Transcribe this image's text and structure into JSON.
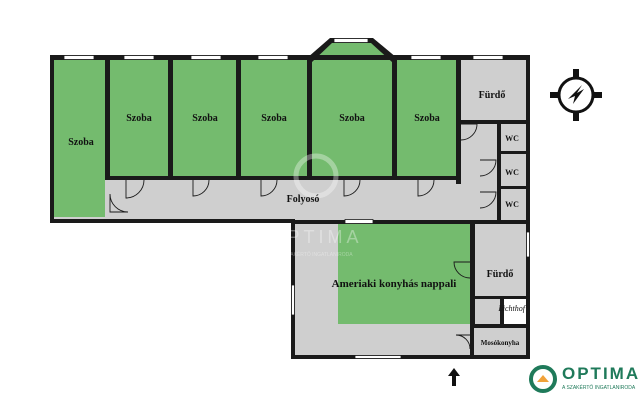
{
  "rooms": {
    "szoba": "Szoba",
    "furdo": "Fürdő",
    "wc": "WC",
    "folyoso": "Folyosó",
    "nappali": "Ameriaki konyhás nappali",
    "lichthof": "Lichthof",
    "mosokonyha": "Mosókonyha"
  },
  "watermark": {
    "name": "OPTIMA",
    "tagline": "A SZAKÉRTŐ INGATLANIRODA"
  },
  "logo": {
    "name": "OPTIMA",
    "tagline": "A SZAKÉRTŐ INGATLANIRODA"
  },
  "colors": {
    "room_green": "#74bb6e",
    "floor_grey": "#cfcfcf",
    "wall": "#1a1a1a",
    "brand": "#1f7a5a"
  },
  "icons": {
    "compass": "compass-icon",
    "entrance": "entrance-arrow-icon"
  }
}
